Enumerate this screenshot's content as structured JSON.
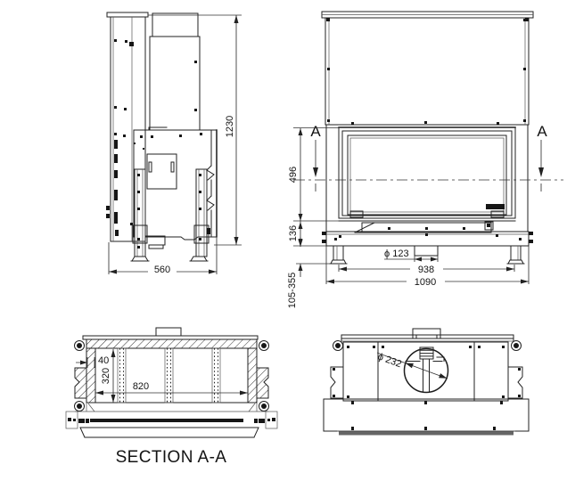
{
  "colors": {
    "line": "#222222",
    "background": "#ffffff"
  },
  "section_title": "SECTION A-A",
  "section_markers": {
    "left": "A",
    "right": "A"
  },
  "dimensions": {
    "side_view": {
      "overall_height": "1230",
      "depth": "560"
    },
    "front_view": {
      "firebox_height": "496",
      "base_height": "136",
      "leg_adjust_range": "105-355",
      "duct_diameter": "ϕ 123",
      "leg_span_width": "938",
      "overall_width": "1090"
    },
    "section_view": {
      "wall_offset": "40",
      "chamber_depth": "320",
      "chamber_width": "820"
    },
    "top_view": {
      "flue_diameter": "ϕ 232"
    }
  }
}
